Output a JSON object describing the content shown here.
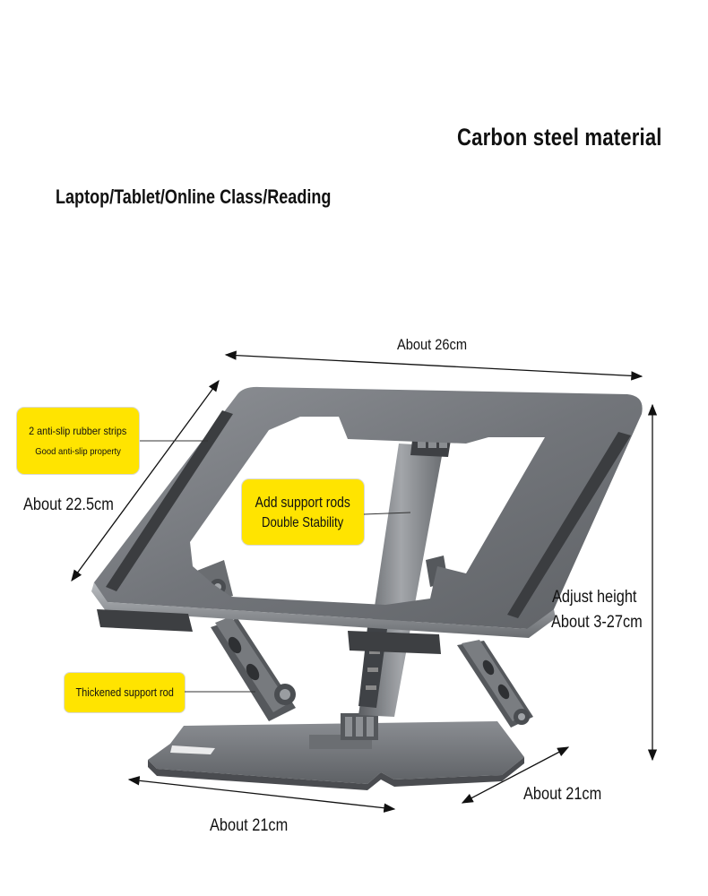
{
  "headline": "Carbon steel material",
  "subheadline": "Laptop/Tablet/Online Class/Reading",
  "dimensions": {
    "width_top": "About 26cm",
    "depth_top": "About 22.5cm",
    "height_line1": "Adjust height",
    "height_line2": "About 3-27cm",
    "base_width": "About 21cm",
    "base_depth": "About 21cm"
  },
  "callouts": {
    "anti_slip": {
      "line1": "2 anti-slip rubber strips",
      "line2": "Good anti-slip property"
    },
    "support_rods": {
      "line1": "Add support rods",
      "line2": "Double Stability"
    },
    "thickened_rod": {
      "line1": "Thickened support rod"
    }
  },
  "colors": {
    "callout_fill": "#ffe400",
    "metal": "#7a7d82",
    "metal_dark": "#4a4c50",
    "rubber": "#3c3d40"
  }
}
